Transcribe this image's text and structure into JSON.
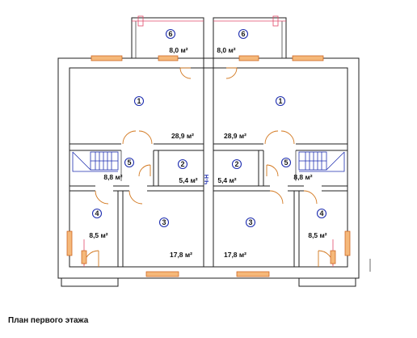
{
  "caption": "План первого этажа",
  "center_axis_label": "Ч-Н",
  "rooms": {
    "left_6": {
      "number": "6",
      "area": "8,0 м²"
    },
    "right_6": {
      "number": "6",
      "area": "8,0 м²"
    },
    "left_1": {
      "number": "1",
      "area": "28,9 м²"
    },
    "right_1": {
      "number": "1",
      "area": "28,9 м²"
    },
    "left_2": {
      "number": "2",
      "area": "5,4 м²"
    },
    "right_2": {
      "number": "2",
      "area": "5,4 м²"
    },
    "left_5": {
      "number": "5",
      "area": "8,8 м²"
    },
    "right_5": {
      "number": "5",
      "area": "8,8 м²"
    },
    "left_4": {
      "number": "4",
      "area": "8,5 м²"
    },
    "right_4": {
      "number": "4",
      "area": "8,5 м²"
    },
    "left_3": {
      "number": "3",
      "area": "17,8 м²"
    },
    "right_3": {
      "number": "3",
      "area": "17,8 м²"
    }
  },
  "colors": {
    "walls": "#1f1f1f",
    "stairs": "#1f2fb0",
    "doors": "#d2761c",
    "windows": "#f5b87a",
    "balcony_rails": "#e24a6a",
    "markers": "#1f2fb0"
  }
}
